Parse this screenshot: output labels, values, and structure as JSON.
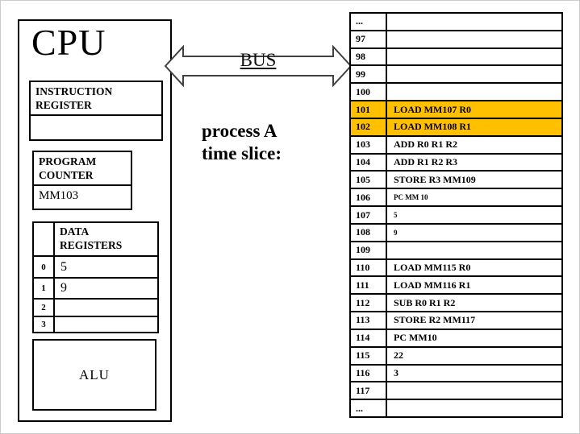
{
  "cpu": {
    "title": "CPU",
    "instruction_register": {
      "label": "INSTRUCTION REGISTER",
      "value": ""
    },
    "program_counter": {
      "label": "PROGRAM COUNTER",
      "value": "MM103"
    },
    "data_registers": {
      "label": "DATA REGISTERS",
      "rows": [
        {
          "index": "0",
          "value": "5"
        },
        {
          "index": "1",
          "value": "9"
        },
        {
          "index": "2",
          "value": ""
        },
        {
          "index": "3",
          "value": ""
        }
      ]
    },
    "alu_label": "ALU"
  },
  "bus": {
    "label": "BUS"
  },
  "annotation": {
    "text": "process A\ntime slice:"
  },
  "memory": {
    "rows": [
      {
        "addr": "...",
        "value": "",
        "highlight": false,
        "small": false
      },
      {
        "addr": "97",
        "value": "",
        "highlight": false,
        "small": false
      },
      {
        "addr": "98",
        "value": "",
        "highlight": false,
        "small": false
      },
      {
        "addr": "99",
        "value": "",
        "highlight": false,
        "small": false
      },
      {
        "addr": "100",
        "value": "",
        "highlight": false,
        "small": false
      },
      {
        "addr": "101",
        "value": "LOAD MM107 R0",
        "highlight": true,
        "small": false
      },
      {
        "addr": "102",
        "value": "LOAD MM108 R1",
        "highlight": true,
        "small": false
      },
      {
        "addr": "103",
        "value": "ADD R0 R1 R2",
        "highlight": false,
        "small": false
      },
      {
        "addr": "104",
        "value": "ADD R1 R2 R3",
        "highlight": false,
        "small": false
      },
      {
        "addr": "105",
        "value": "STORE R3  MM109",
        "highlight": false,
        "small": false
      },
      {
        "addr": "106",
        "value": "PC MM 10",
        "highlight": false,
        "small": true
      },
      {
        "addr": "107",
        "value": "5",
        "highlight": false,
        "small": true
      },
      {
        "addr": "108",
        "value": "9",
        "highlight": false,
        "small": true
      },
      {
        "addr": "109",
        "value": "",
        "highlight": false,
        "small": false
      },
      {
        "addr": "110",
        "value": "LOAD MM115 R0",
        "highlight": false,
        "small": false
      },
      {
        "addr": "111",
        "value": "LOAD MM116 R1",
        "highlight": false,
        "small": false
      },
      {
        "addr": "112",
        "value": "SUB R0 R1 R2",
        "highlight": false,
        "small": false
      },
      {
        "addr": "113",
        "value": "STORE R2  MM117",
        "highlight": false,
        "small": false
      },
      {
        "addr": "114",
        "value": "PC MM10",
        "highlight": false,
        "small": false
      },
      {
        "addr": "115",
        "value": "22",
        "highlight": false,
        "small": false
      },
      {
        "addr": "116",
        "value": "3",
        "highlight": false,
        "small": false
      },
      {
        "addr": "117",
        "value": "",
        "highlight": false,
        "small": false
      },
      {
        "addr": "...",
        "value": "",
        "highlight": false,
        "small": false
      }
    ]
  },
  "colors": {
    "highlight": "#FFC000",
    "arrow_stroke": "#404040",
    "border": "#000000"
  }
}
